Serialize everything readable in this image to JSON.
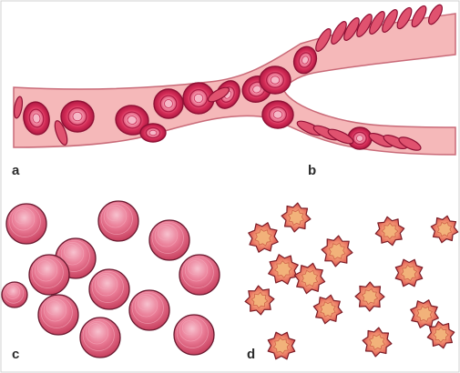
{
  "panels": {
    "a": "a",
    "b": "b",
    "c": "c",
    "d": "d"
  },
  "colors": {
    "vessel_fill": "#f4b6b6",
    "vessel_edge": "#c96a78",
    "cell_fill": "#e03a63",
    "cell_center": "#f6b8c8",
    "cell_edge": "#8e1034",
    "sphere_fill": "#e56888",
    "sphere_edge": "#6a1a30",
    "echino_fill": "#e65a62",
    "echino_center": "#f2b27a",
    "echino_edge": "#7a1d26"
  }
}
